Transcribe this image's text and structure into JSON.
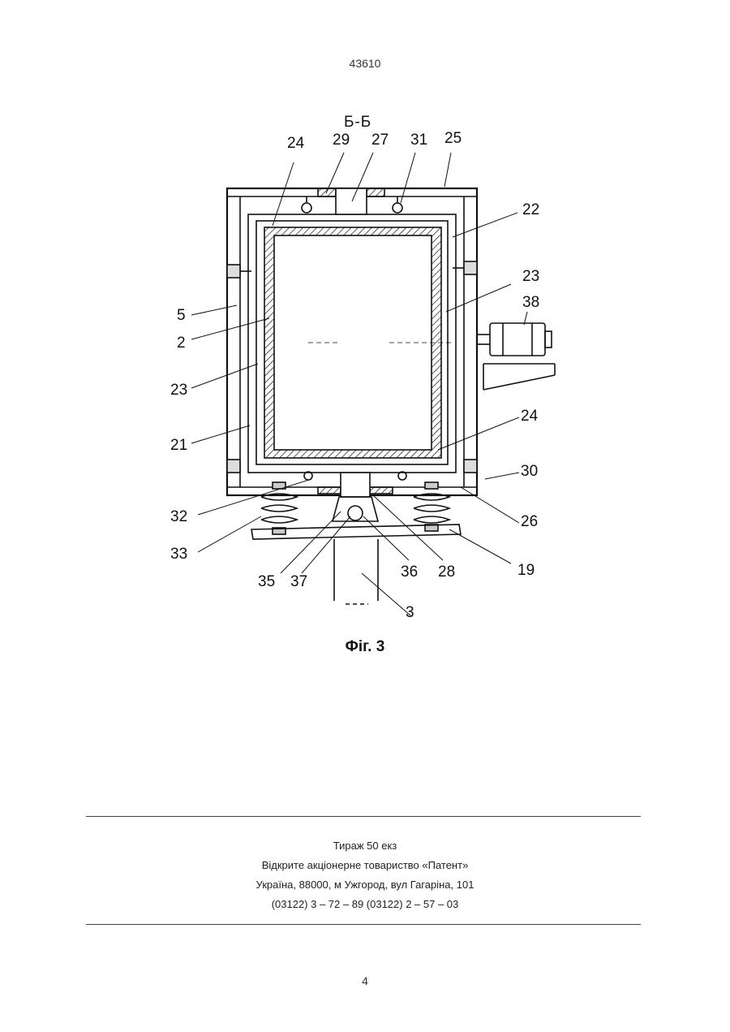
{
  "header": {
    "doc_number": "43610"
  },
  "figure": {
    "section_label": "Б-Б",
    "caption": "Фіг. 3",
    "callouts": {
      "c24_top": "24",
      "c29": "29",
      "c27": "27",
      "c31": "31",
      "c25": "25",
      "c22": "22",
      "c23_right": "23",
      "c38": "38",
      "c5": "5",
      "c2": "2",
      "c23_left": "23",
      "c21": "21",
      "c24_right": "24",
      "c30": "30",
      "c32": "32",
      "c26": "26",
      "c33": "33",
      "c19": "19",
      "c35": "35",
      "c37": "37",
      "c36": "36",
      "c28": "28",
      "c3": "3"
    }
  },
  "imprint": {
    "circulation": "Тираж 50 екз",
    "publisher": "Відкрите акціонерне товариство «Патент»",
    "address": "Україна, 88000, м  Ужгород, вул  Гагаріна, 101",
    "phones": "(03122) 3 – 72 – 89   (03122) 2 – 57 – 03"
  },
  "footer": {
    "page_number": "4"
  }
}
